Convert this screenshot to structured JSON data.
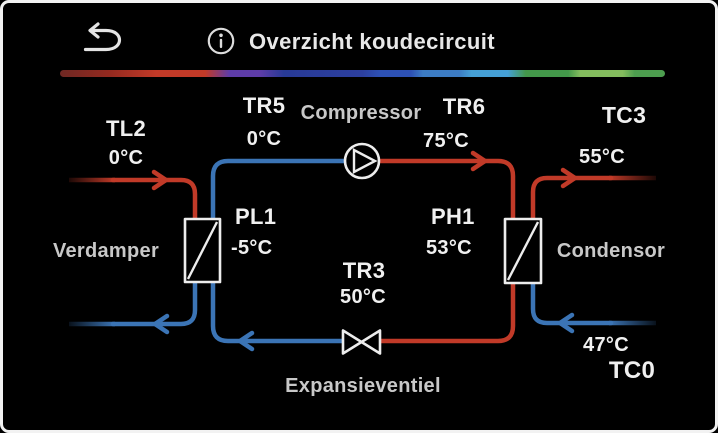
{
  "header": {
    "title": "Overzicht koudecircuit",
    "back_icon": "back-arrow-icon",
    "info_icon": "info-icon"
  },
  "colors": {
    "hot": "#c13a28",
    "cold": "#3b74b5",
    "outline": "#ededed",
    "text_primary": "#f0f0f0",
    "text_secondary": "#c8c8c8",
    "background": "#000000",
    "border": "#f2f2f2",
    "spectrum": [
      "#6f2823 0%",
      "#93291f 8%",
      "#c23a28 16%",
      "#c23a28 24%",
      "#5e3ca8 28%",
      "#5e3ca8 33%",
      "#283a96 37%",
      "#2c3f9f 50%",
      "#2d51b5 53%",
      "#2d51b5 58%",
      "#3c7cc4 60%",
      "#3c7cc4 66%",
      "#45a0d6 68%",
      "#45a0d6 74%",
      "#43984a 77%",
      "#43984a 84%",
      "#84bc5e 86%",
      "#84bc5e 93%",
      "#4d9e4f 95%",
      "#4d9e4f 100%"
    ]
  },
  "diagram": {
    "sensors": {
      "tl2": {
        "name": "TL2",
        "value": "0°C"
      },
      "tr5": {
        "name": "TR5",
        "value": "0°C"
      },
      "tr6": {
        "name": "TR6",
        "value": "75°C"
      },
      "tc3": {
        "name": "TC3",
        "value": "55°C"
      },
      "pl1": {
        "name": "PL1",
        "value": "-5°C"
      },
      "ph1": {
        "name": "PH1",
        "value": "53°C"
      },
      "tr3": {
        "name": "TR3",
        "value": "50°C"
      },
      "tc0": {
        "name": "TC0",
        "value": "47°C"
      }
    },
    "components": {
      "evaporator": "Verdamper",
      "compressor": "Compressor",
      "condenser": "Condensor",
      "expansion_valve": "Expansieventiel"
    }
  }
}
